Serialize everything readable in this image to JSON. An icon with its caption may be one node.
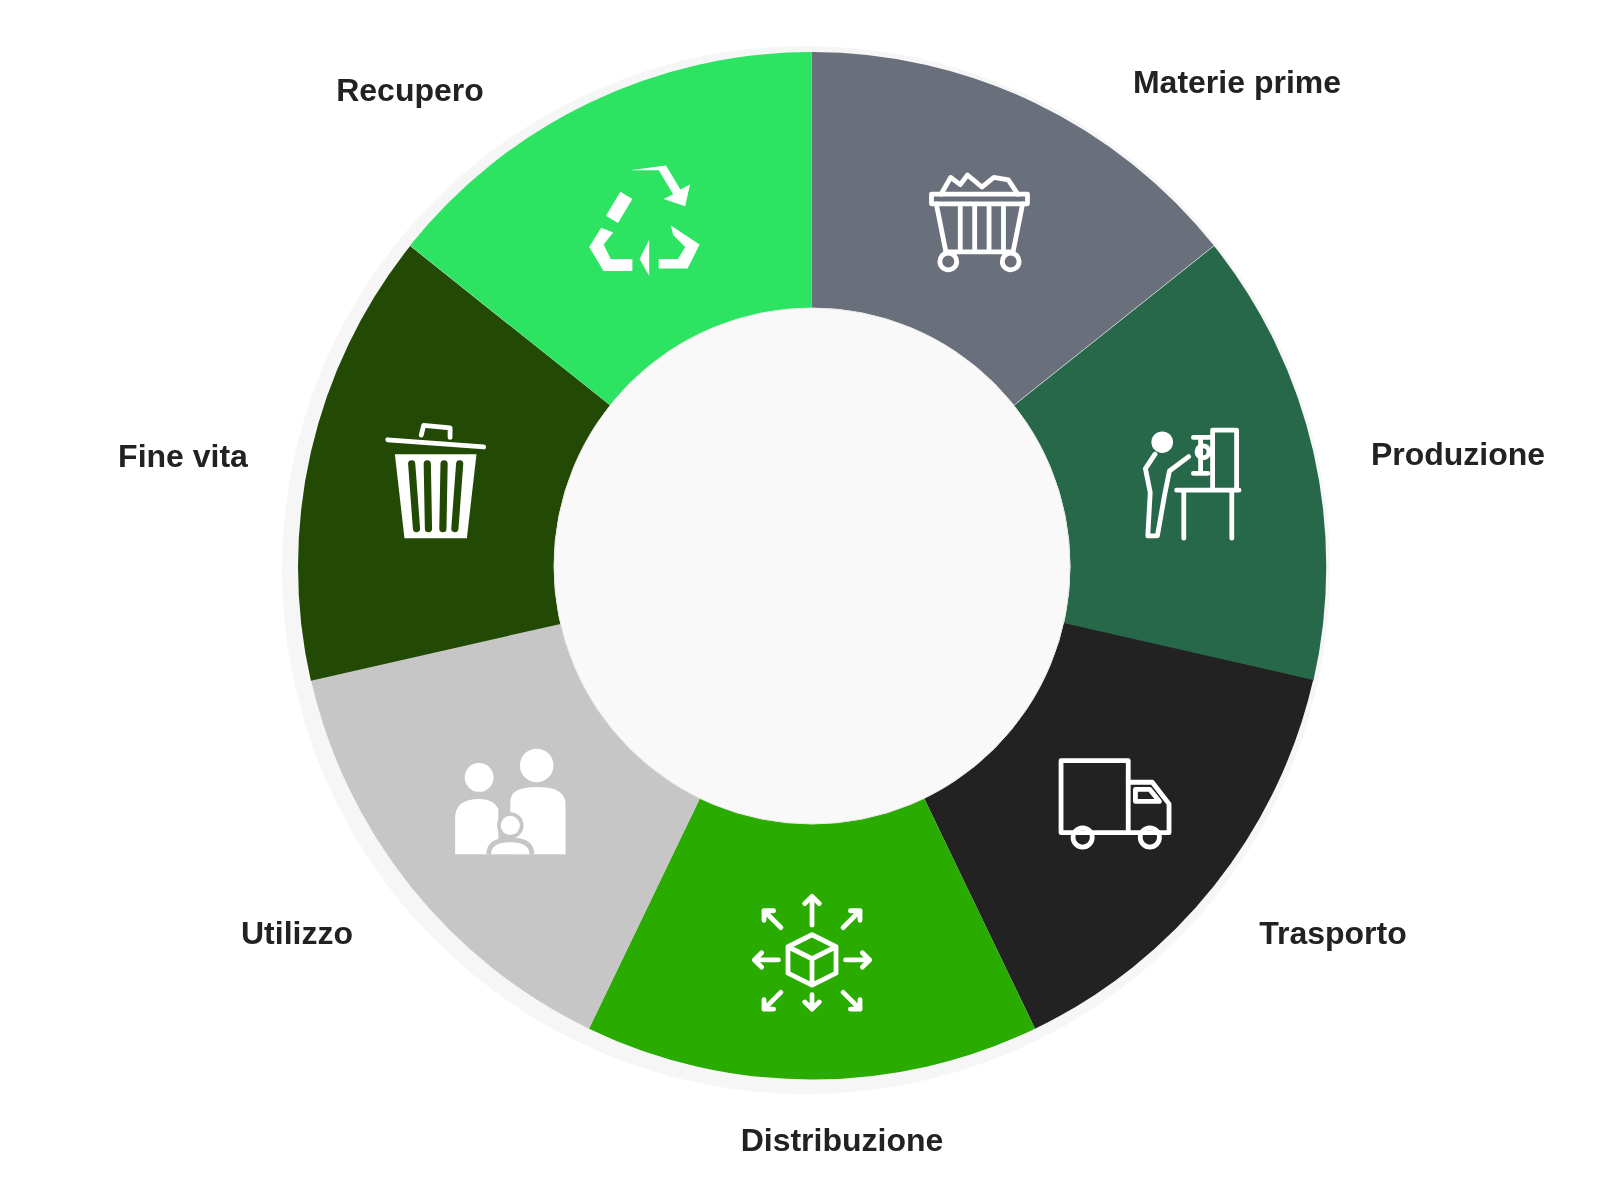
{
  "diagram": {
    "nodes": [
      {
        "text": [
          "Materie prime"
        ]
      },
      {
        "text": [
          "Produzione"
        ]
      },
      {
        "text": [
          "Trasporto"
        ]
      },
      {
        "text": [
          "Distribuzione"
        ]
      },
      {
        "text": [
          "Utilizzo"
        ]
      },
      {
        "text": [
          "Fine vita"
        ]
      },
      {
        "text": [
          "Recupero"
        ]
      },
      {
        "text": [],
        "shape": "circle"
      }
    ]
  }
}
